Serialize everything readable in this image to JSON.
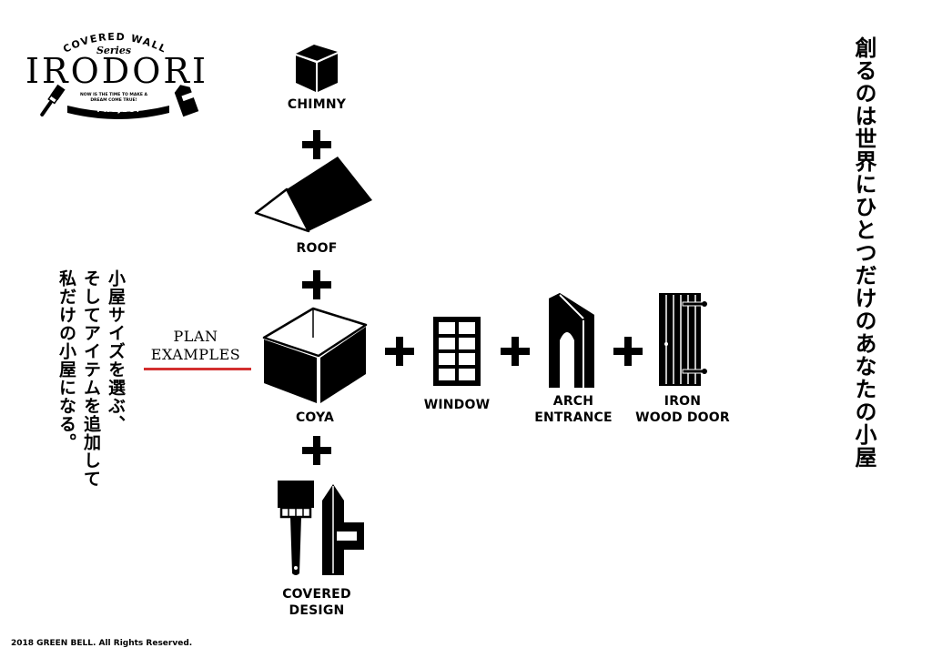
{
  "logo": {
    "covered_wall": "COVERED WALL",
    "series": "Series",
    "title": "IRODORI",
    "tagline_1": "NOW IS THE TIME TO MAKE A",
    "tagline_2": "DREAM COME TRUE!",
    "project": "PROJECT"
  },
  "items": {
    "chimny": "CHIMNY",
    "roof": "ROOF",
    "coya": "COYA",
    "window": "WINDOW",
    "arch_1": "ARCH",
    "arch_2": "ENTRANCE",
    "door_1": "IRON",
    "door_2": "WOOD DOOR",
    "covered_1": "COVERED",
    "covered_2": "DESIGN"
  },
  "plan": {
    "line_1": "PLAN",
    "line_2": "EXAMPLES",
    "underline_color": "#d32f2f"
  },
  "left_text": {
    "col_1": "小屋サイズを選ぶ、",
    "col_2": "そしてアイテムを追加して",
    "col_3": "私だけの小屋になる。"
  },
  "right_text": "創るのは世界にひとつだけのあなたの小屋",
  "footer": "2018 GREEN BELL. All Rights Reserved.",
  "icons": [
    "chimney-icon",
    "roof-icon",
    "box-icon",
    "window-icon",
    "arch-icon",
    "door-icon",
    "paintbrush-icon",
    "trowel-icon",
    "plus-icon"
  ]
}
